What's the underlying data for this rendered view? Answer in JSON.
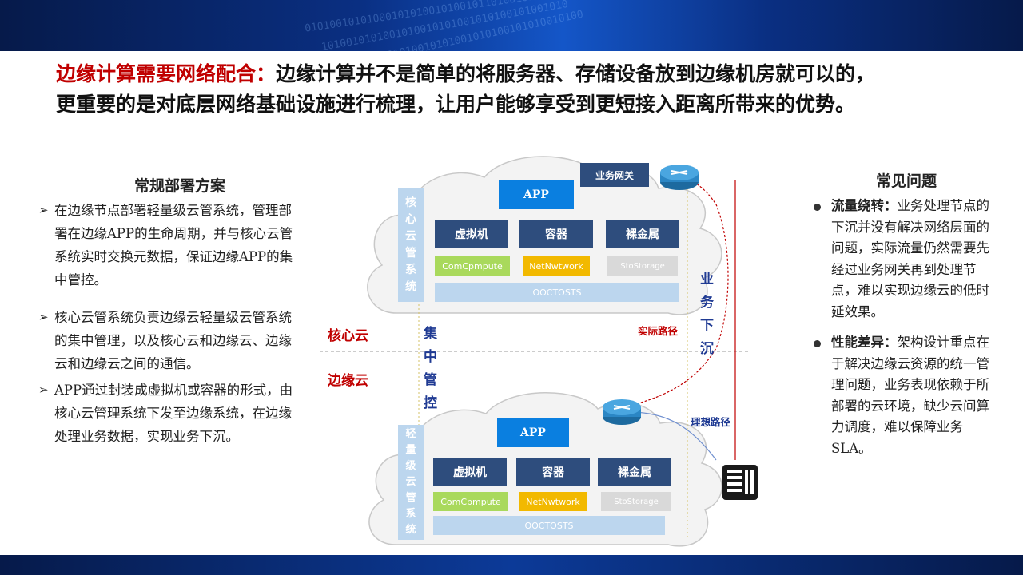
{
  "headline": {
    "lead": "边缘计算需要网络配合：",
    "line1_rest": "边缘计算并不是简单的将服务器、存储设备放到边缘机房就可以的，",
    "line2": "更重要的是对底层网络基础设施进行梳理，让用户能够享受到更短接入距离所带来的优势。"
  },
  "left": {
    "title": "常规部署方案",
    "bullet_symbol": "➢",
    "items": [
      "在边缘节点部署轻量级云管系统，管理部署在边缘APP的生命周期，并与核心云管系统实时交换元数据，保证边缘APP的集中管控。",
      "核心云管系统负责边缘云轻量级云管系统的集中管理，以及核心云和边缘云、边缘云和边缘云之间的通信。",
      "APP通过封装成虚拟机或容器的形式，由核心云管理系统下发至边缘系统，在边缘处理业务数据，实现业务下沉。"
    ]
  },
  "right": {
    "title": "常见问题",
    "items": [
      {
        "key": "流量绕转：",
        "text": "业务处理节点的下沉并没有解决网络层面的问题，实际流量仍然需要先经过业务网关再到处理节点，难以实现边缘云的低时延效果。"
      },
      {
        "key": "性能差异：",
        "text": "架构设计重点在于解决边缘云资源的统一管理问题，业务表现依赖于所部署的云环境，缺少云间算力调度，难以保障业务SLA。"
      }
    ]
  },
  "diagram": {
    "core": {
      "sys_chars": [
        "核",
        "心",
        "云",
        "管",
        "系",
        "统"
      ],
      "app": "APP",
      "vm": "虚拟机",
      "container": "容器",
      "baremetal": "裸金属",
      "compute": "ComCpmpute",
      "network": "NetNwtwork",
      "storage": "StoStorage",
      "os": "OOCTOSTS"
    },
    "edge": {
      "sys_chars": [
        "轻",
        "量",
        "级",
        "云",
        "管",
        "系",
        "统"
      ],
      "app": "APP",
      "vm": "虚拟机",
      "container": "容器",
      "baremetal": "裸金属",
      "compute": "ComCpmpute",
      "network": "NetNwtwork",
      "storage": "StoStorage",
      "os": "OOCTOSTS"
    },
    "gateway": "业务网关",
    "central_control": [
      "集",
      "中",
      "管",
      "控"
    ],
    "sink": [
      "业",
      "务",
      "下",
      "沉"
    ],
    "core_zone": "核心云",
    "edge_zone": "边缘云",
    "actual_path": "实际路径",
    "ideal_path": "理想路径",
    "colors": {
      "app": "#0a7fe0",
      "navy": "#2e4d7d",
      "compute": "#a9d95c",
      "network": "#f2b900",
      "storage": "#d9d9d9",
      "system": "#bcd6ee",
      "red": "#c00000",
      "accent_blue": "#1f3a93"
    },
    "icons": [
      "router-icon",
      "server-icon"
    ]
  }
}
